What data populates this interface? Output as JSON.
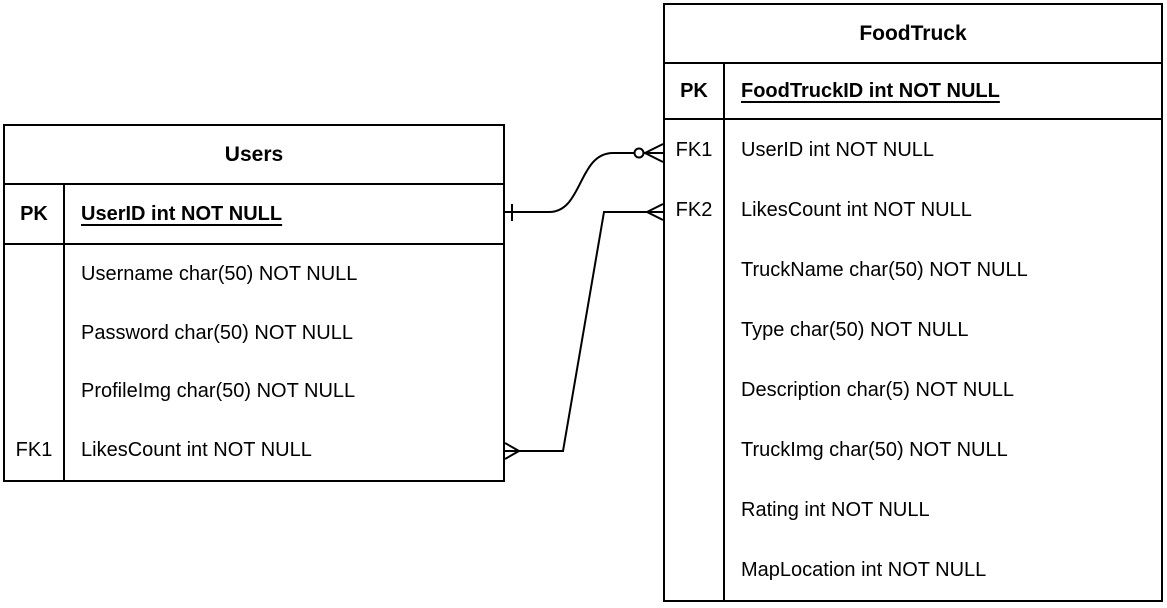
{
  "diagram": {
    "background_color": "#ffffff",
    "line_color": "#000000",
    "text_color": "#000000"
  },
  "users_table": {
    "title": "Users",
    "pk_row": {
      "key": "PK",
      "field": "UserID int NOT NULL"
    },
    "fields": [
      {
        "key": "",
        "field": "Username char(50) NOT NULL"
      },
      {
        "key": "",
        "field": "Password char(50) NOT NULL"
      },
      {
        "key": "",
        "field": "ProfileImg char(50) NOT NULL"
      },
      {
        "key": "FK1",
        "field": "LikesCount int NOT NULL"
      }
    ]
  },
  "foodtruck_table": {
    "title": "FoodTruck",
    "pk_row": {
      "key": "PK",
      "field": "FoodTruckID int NOT NULL"
    },
    "fields": [
      {
        "key": "FK1",
        "field": "UserID int NOT NULL"
      },
      {
        "key": "FK2",
        "field": "LikesCount int NOT NULL"
      },
      {
        "key": "",
        "field": "TruckName char(50) NOT NULL"
      },
      {
        "key": "",
        "field": "Type char(50) NOT NULL"
      },
      {
        "key": "",
        "field": "Description char(5) NOT NULL"
      },
      {
        "key": "",
        "field": "TruckImg char(50) NOT NULL"
      },
      {
        "key": "",
        "field": "Rating int NOT NULL"
      },
      {
        "key": "",
        "field": "MapLocation int NOT NULL"
      }
    ]
  },
  "relationships": [
    {
      "from_table": "Users",
      "from_field": "UserID",
      "from_cardinality": "one",
      "to_table": "FoodTruck",
      "to_field": "UserID",
      "to_key": "FK1",
      "to_cardinality": "zero-or-many"
    },
    {
      "from_table": "Users",
      "from_field": "LikesCount",
      "from_key": "FK1",
      "from_cardinality": "many",
      "to_table": "FoodTruck",
      "to_field": "LikesCount",
      "to_key": "FK2",
      "to_cardinality": "many"
    }
  ]
}
